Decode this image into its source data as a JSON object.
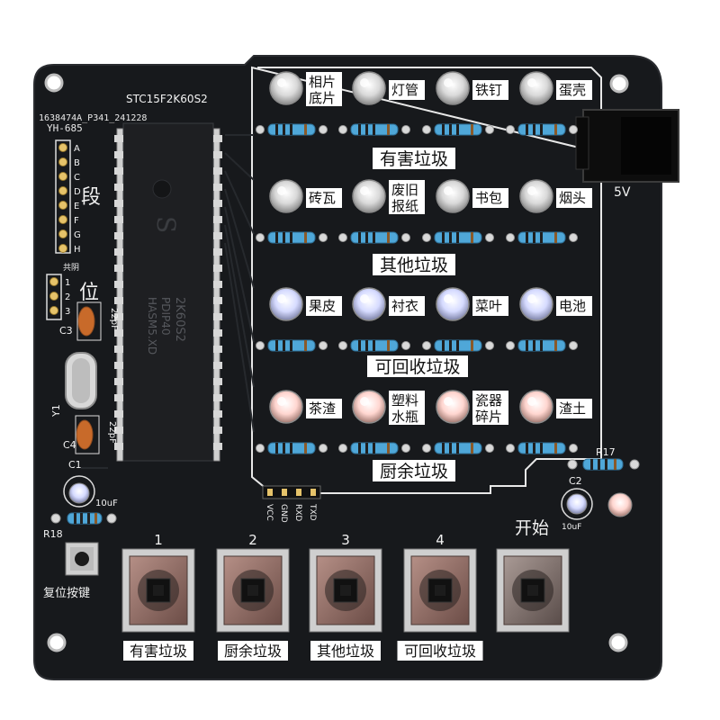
{
  "board": {
    "mcu_label": "STC15F2K60S2",
    "code_label": "1638474A_P341_241228",
    "model_label": "YH-685",
    "chip_text_1": "2K60S2",
    "chip_text_2": "PDIP40",
    "chip_text_3": "HASM5.XD",
    "seg_label": "段",
    "wei_label": "位",
    "common_label": "共阴",
    "seg_pins": [
      "A",
      "B",
      "C",
      "D",
      "E",
      "F",
      "G",
      "H"
    ],
    "digit_pins": [
      "1",
      "2",
      "3"
    ],
    "c3": "C3",
    "c3_val": "22pF",
    "c4": "C4",
    "c4_val": "22pF",
    "y1": "Y1",
    "c1": "C1",
    "c1_val": "10uF",
    "r18": "R18",
    "r17": "R17",
    "c2": "C2",
    "c2_val": "10uF",
    "power_label": "5V",
    "header_pins": [
      "VCC",
      "GND",
      "RXD",
      "TXD"
    ],
    "reset_label": "复位按键",
    "start_label": "开始",
    "button_numbers": [
      "1",
      "2",
      "3",
      "4"
    ]
  },
  "groups": [
    {
      "title": "有害垃圾",
      "items": [
        "相片\n底片",
        "灯管",
        "铁钉",
        "蛋壳"
      ]
    },
    {
      "title": "其他垃圾",
      "items": [
        "砖瓦",
        "废旧\n报纸",
        "书包",
        "烟头"
      ]
    },
    {
      "title": "可回收垃圾",
      "items": [
        "果皮",
        "衬衣",
        "菜叶",
        "电池"
      ]
    },
    {
      "title": "厨余垃圾",
      "items": [
        "茶渣",
        "塑料\n水瓶",
        "瓷器\n碎片",
        "渣土"
      ]
    }
  ],
  "buttons": [
    "有害垃圾",
    "厨余垃圾",
    "其他垃圾",
    "可回收垃圾"
  ],
  "colors": {
    "pcb": "#17191c",
    "silk": "#f2f2f2",
    "resistor": "#4fa7d8"
  }
}
